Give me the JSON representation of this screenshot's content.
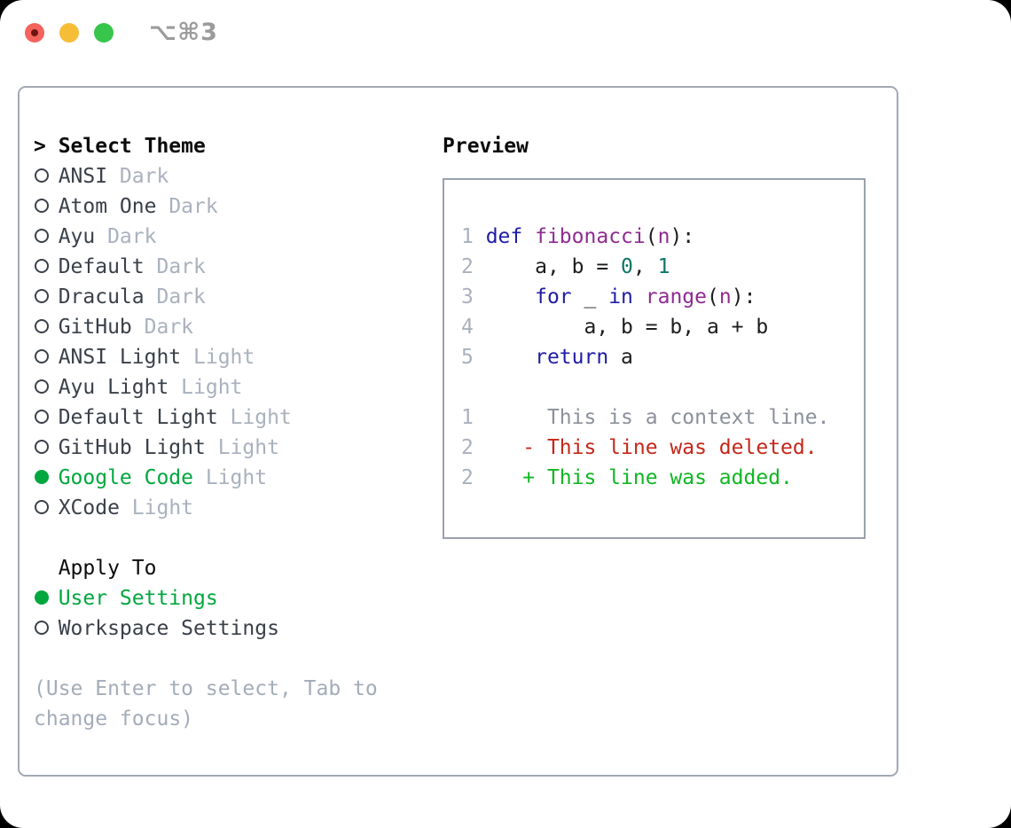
{
  "window": {
    "title": "⌥⌘3",
    "traffic_lights": [
      "close",
      "minimize",
      "zoom"
    ]
  },
  "colors": {
    "selected_green": "#00a73e",
    "item_dark": "#3a4049",
    "muted_gray": "#a9b1bd",
    "keyword_blue": "#1f1ca6",
    "function_purple": "#8e2b91",
    "number_teal": "#0e7468",
    "diff_red": "#c5271a",
    "diff_green": "#10b622",
    "traffic_red": "#f4635d",
    "traffic_yellow": "#f6bd37",
    "traffic_green": "#37c54b"
  },
  "theme_selector": {
    "cursor": ">",
    "header": "Select Theme",
    "items": [
      {
        "label": "ANSI",
        "variant": "Dark",
        "selected": false
      },
      {
        "label": "Atom One",
        "variant": "Dark",
        "selected": false
      },
      {
        "label": "Ayu",
        "variant": "Dark",
        "selected": false
      },
      {
        "label": "Default",
        "variant": "Dark",
        "selected": false
      },
      {
        "label": "Dracula",
        "variant": "Dark",
        "selected": false
      },
      {
        "label": "GitHub",
        "variant": "Dark",
        "selected": false
      },
      {
        "label": "ANSI Light",
        "variant": "Light",
        "selected": false
      },
      {
        "label": "Ayu Light",
        "variant": "Light",
        "selected": false
      },
      {
        "label": "Default Light",
        "variant": "Light",
        "selected": false
      },
      {
        "label": "GitHub Light",
        "variant": "Light",
        "selected": false
      },
      {
        "label": "Google Code",
        "variant": "Light",
        "selected": true
      },
      {
        "label": "XCode",
        "variant": "Light",
        "selected": false
      }
    ]
  },
  "apply_to": {
    "header": "Apply To",
    "items": [
      {
        "label": "User Settings",
        "selected": true
      },
      {
        "label": "Workspace Settings",
        "selected": false
      }
    ]
  },
  "help": {
    "line1": "(Use Enter to select, Tab to",
    "line2": "change focus)"
  },
  "preview": {
    "header": "Preview",
    "lines": [
      {
        "num": "1",
        "tokens": [
          {
            "c": "kw",
            "t": "def"
          },
          {
            "c": "pl",
            "t": " "
          },
          {
            "c": "fn",
            "t": "fibonacci"
          },
          {
            "c": "pl",
            "t": "("
          },
          {
            "c": "fn",
            "t": "n"
          },
          {
            "c": "pl",
            "t": "):"
          }
        ]
      },
      {
        "num": "2",
        "tokens": [
          {
            "c": "pl",
            "t": "    a, b = "
          },
          {
            "c": "num",
            "t": "0"
          },
          {
            "c": "pl",
            "t": ", "
          },
          {
            "c": "num",
            "t": "1"
          }
        ]
      },
      {
        "num": "3",
        "tokens": [
          {
            "c": "pl",
            "t": "    "
          },
          {
            "c": "kw",
            "t": "for"
          },
          {
            "c": "pl",
            "t": " _ "
          },
          {
            "c": "kw",
            "t": "in"
          },
          {
            "c": "pl",
            "t": " "
          },
          {
            "c": "fn",
            "t": "range"
          },
          {
            "c": "pl",
            "t": "("
          },
          {
            "c": "fn",
            "t": "n"
          },
          {
            "c": "pl",
            "t": "):"
          }
        ]
      },
      {
        "num": "4",
        "tokens": [
          {
            "c": "pl",
            "t": "        a, b = b, a + b"
          }
        ]
      },
      {
        "num": "5",
        "tokens": [
          {
            "c": "pl",
            "t": "    "
          },
          {
            "c": "kw",
            "t": "return"
          },
          {
            "c": "pl",
            "t": " a"
          }
        ]
      },
      {
        "num": "",
        "tokens": []
      },
      {
        "num": "1",
        "tokens": [
          {
            "c": "ctx",
            "t": "     This is a context line."
          }
        ]
      },
      {
        "num": "2",
        "tokens": [
          {
            "c": "del",
            "t": "   - This line was deleted."
          }
        ]
      },
      {
        "num": "2",
        "tokens": [
          {
            "c": "add",
            "t": "   + This line was added."
          }
        ]
      }
    ]
  }
}
